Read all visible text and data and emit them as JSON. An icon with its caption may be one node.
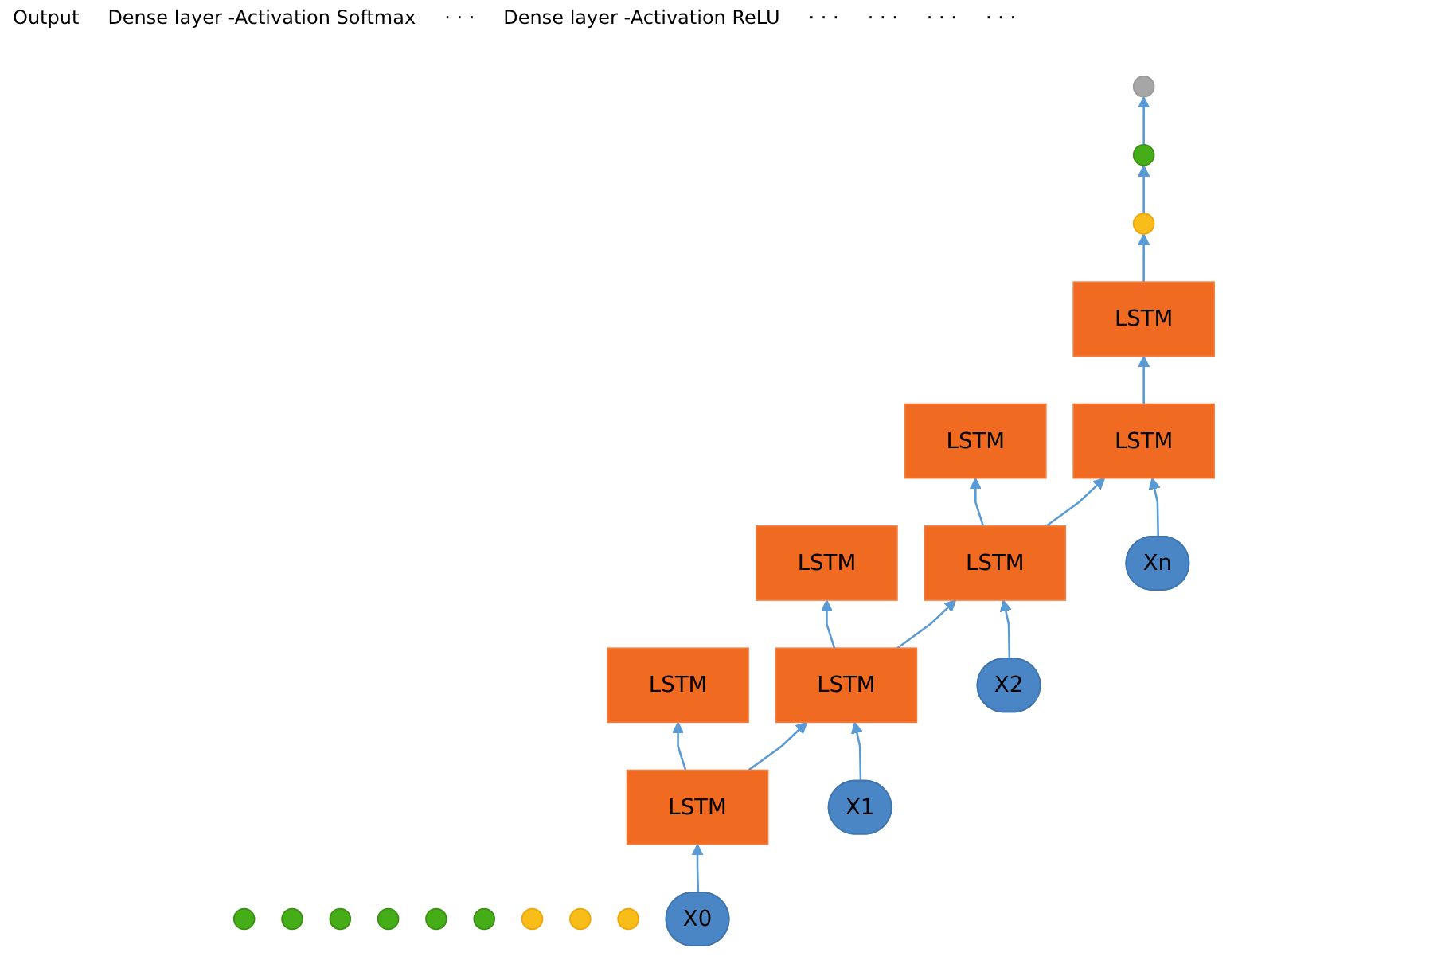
{
  "diagram": {
    "nodes": [
      {
        "text": [],
        "shape": "circle"
      },
      {
        "text": [],
        "shape": "circle"
      },
      {
        "text": [],
        "shape": "circle"
      },
      {
        "text": [],
        "shape": "circle"
      },
      {
        "text": [],
        "shape": "circle"
      },
      {
        "text": [],
        "shape": "circle"
      },
      {
        "text": [],
        "shape": "circle"
      },
      {
        "text": [],
        "shape": "circle"
      },
      {
        "text": [],
        "shape": "circle"
      },
      {
        "text": [],
        "shape": "circle"
      },
      {
        "text": [],
        "shape": "circle"
      },
      {
        "text": [],
        "shape": "circle"
      },
      {
        "text": [
          "LSTM"
        ]
      },
      {
        "text": [
          "LSTM"
        ]
      },
      {
        "text": [
          "LSTM"
        ]
      },
      {
        "text": [
          "LSTM"
        ]
      },
      {
        "text": [
          "LSTM"
        ]
      },
      {
        "text": [
          "LSTM"
        ]
      },
      {
        "text": [
          "LSTM"
        ]
      },
      {
        "text": [
          "LSTM"
        ]
      },
      {
        "text": [
          "X0"
        ]
      },
      {
        "text": [
          "X1"
        ]
      },
      {
        "text": [
          "X2"
        ]
      },
      {
        "text": [
          "Xn"
        ]
      }
    ],
    "edges": [
      {
        "from": 20,
        "to": 16,
        "arrow": "to"
      },
      {
        "from": 21,
        "to": 17,
        "arrow": "to"
      },
      {
        "from": 22,
        "to": 18,
        "arrow": "to"
      },
      {
        "from": 23,
        "to": 19,
        "arrow": "to"
      },
      {
        "from": 16,
        "to": 12,
        "arrow": "to"
      },
      {
        "from": 17,
        "to": 13,
        "arrow": "to"
      },
      {
        "from": 18,
        "to": 14,
        "arrow": "to"
      },
      {
        "from": 19,
        "to": 15,
        "arrow": "to"
      },
      {
        "from": 16,
        "to": 17,
        "arrow": "to"
      },
      {
        "from": 17,
        "to": 18,
        "arrow": "to"
      },
      {
        "from": 18,
        "to": 19,
        "arrow": "to"
      },
      {
        "from": 15,
        "to": 10,
        "arrow": "to"
      },
      {
        "from": 10,
        "to": 4,
        "arrow": "to"
      },
      {
        "from": 4,
        "to": 0,
        "arrow": "to"
      }
    ],
    "labels": [
      "Output",
      "Dense layer -Activation Softmax",
      "· · ·",
      "Dense layer -Activation ReLU",
      "· · ·",
      "· · ·",
      "· · ·",
      "· · ·"
    ]
  }
}
